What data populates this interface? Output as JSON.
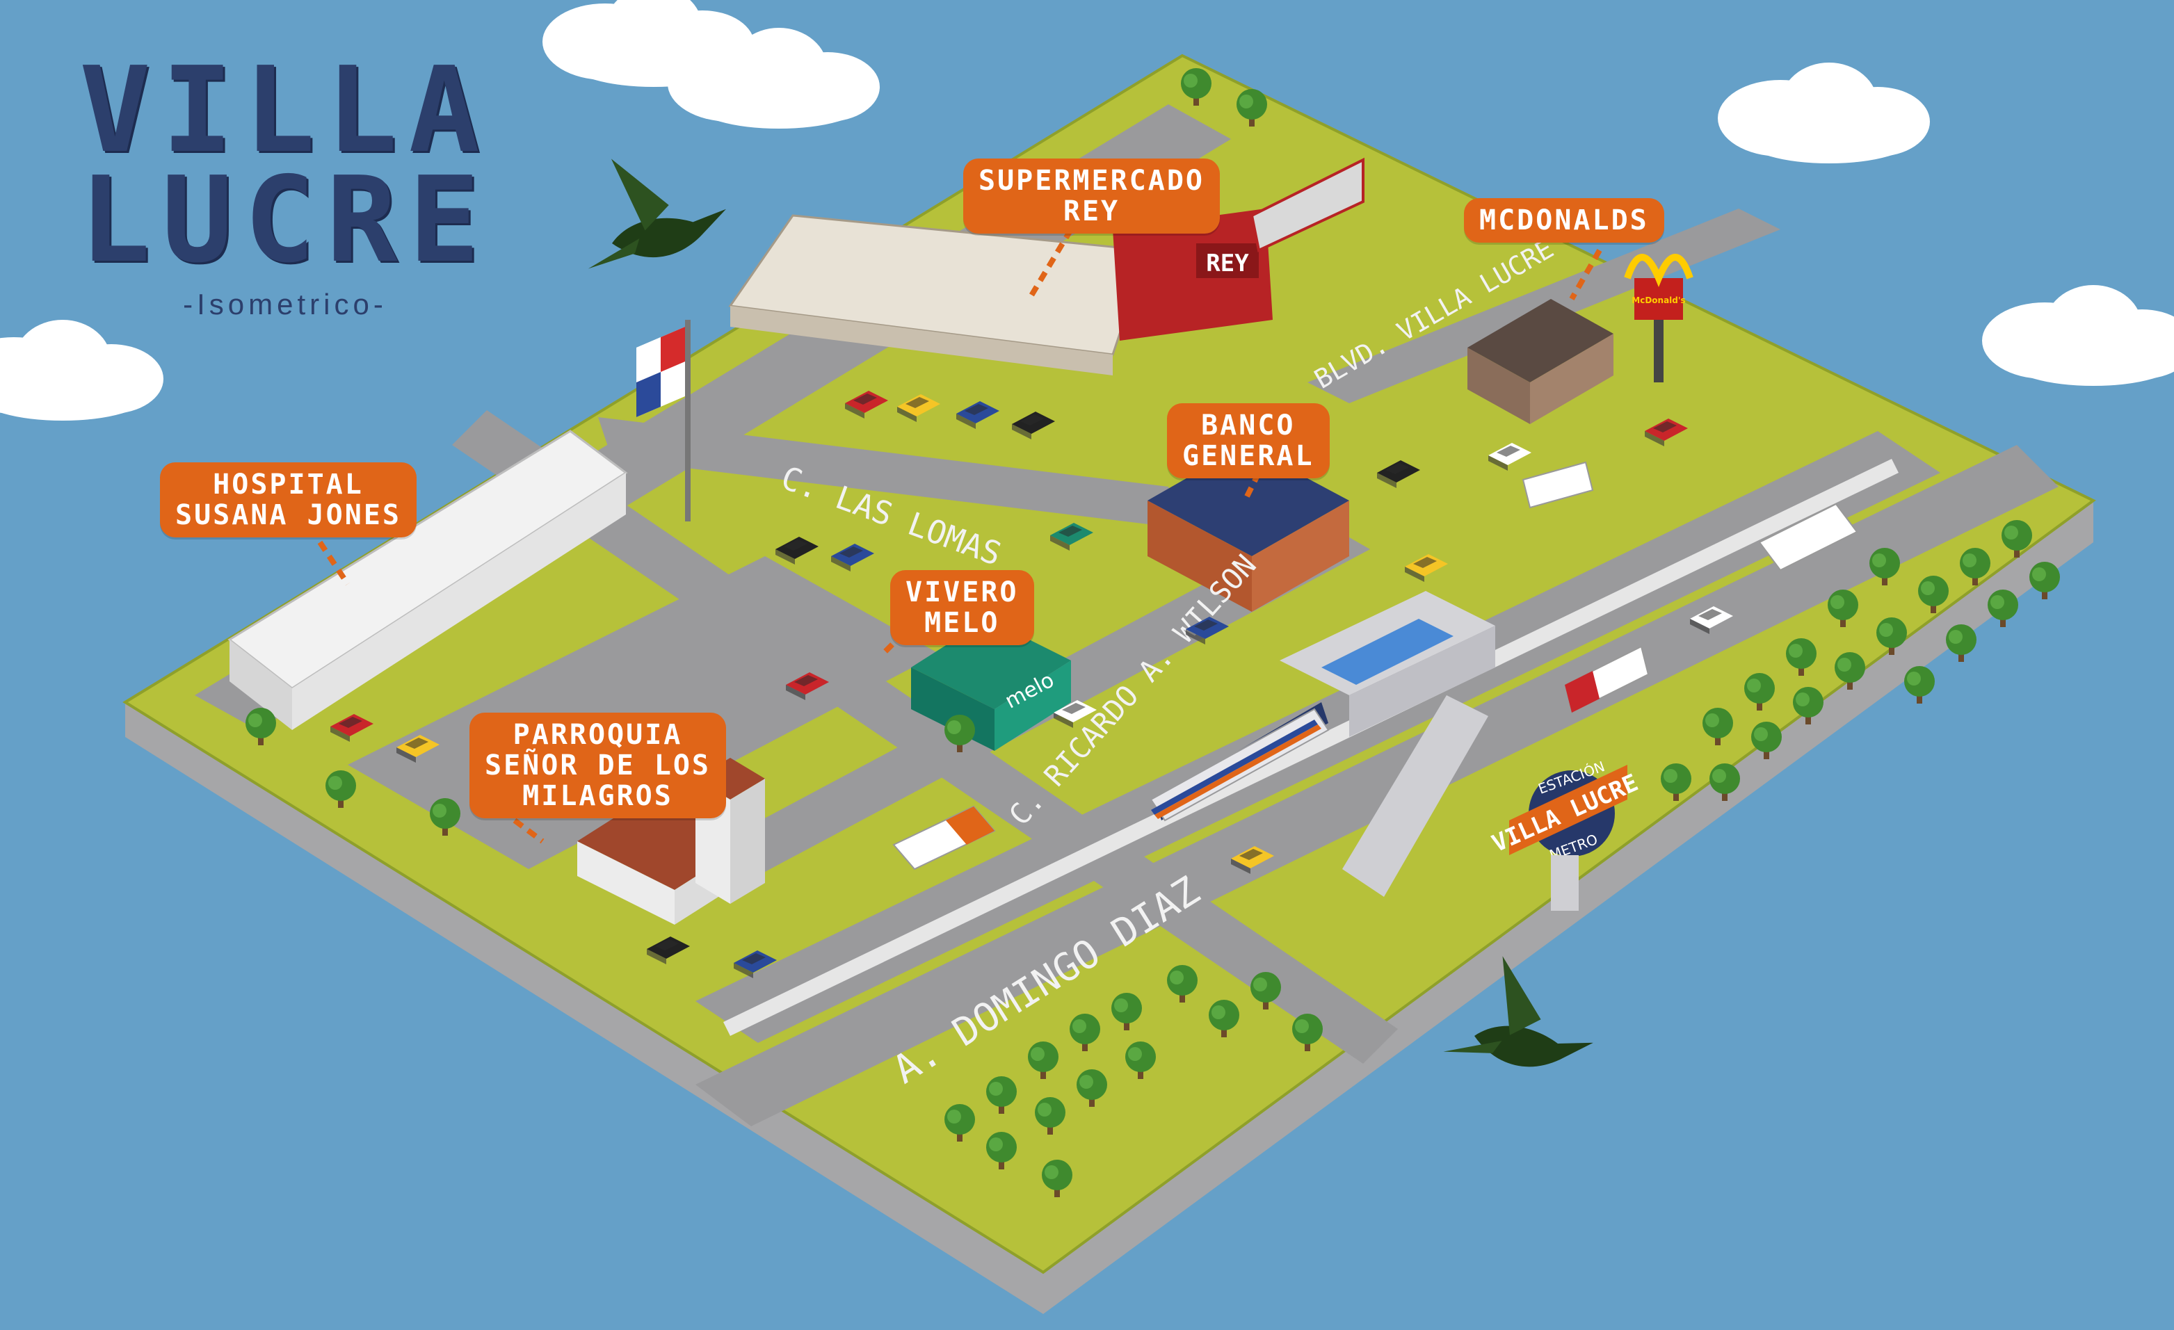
{
  "title": {
    "line1": "VILLA",
    "line2": "LUCRE",
    "subtitle": "-Isometrico-"
  },
  "labels": {
    "supermercado": [
      "SUPERMERCADO",
      "REY"
    ],
    "mcdonalds": [
      "MCDONALDS"
    ],
    "banco": [
      "BANCO",
      "GENERAL"
    ],
    "hospital": [
      "HOSPITAL",
      "SUSANA JONES"
    ],
    "vivero": [
      "VIVERO",
      "MELO"
    ],
    "parroquia": [
      "PARROQUIA",
      "SEÑOR DE LOS",
      "MILAGROS"
    ]
  },
  "streets": {
    "las_lomas": "C. LAS LOMAS",
    "villa_lucre": "BLVD. VILLA LUCRE",
    "ricardo": "C. RICARDO A. WILSON",
    "domingo": "A. DOMINGO DIAZ"
  },
  "signs": {
    "rey": "REY",
    "melo": "melo",
    "mcdonalds_sign": "McDonald's",
    "metro_estacion": "ESTACIÓN",
    "metro_name": "VILLA LUCRE",
    "metro_word": "METRO"
  },
  "colors": {
    "sky": "#65a0c8",
    "grass": "#b6c13a",
    "road": "#9a9a9c",
    "label": "#e06518",
    "title": "#2c3f6c"
  }
}
